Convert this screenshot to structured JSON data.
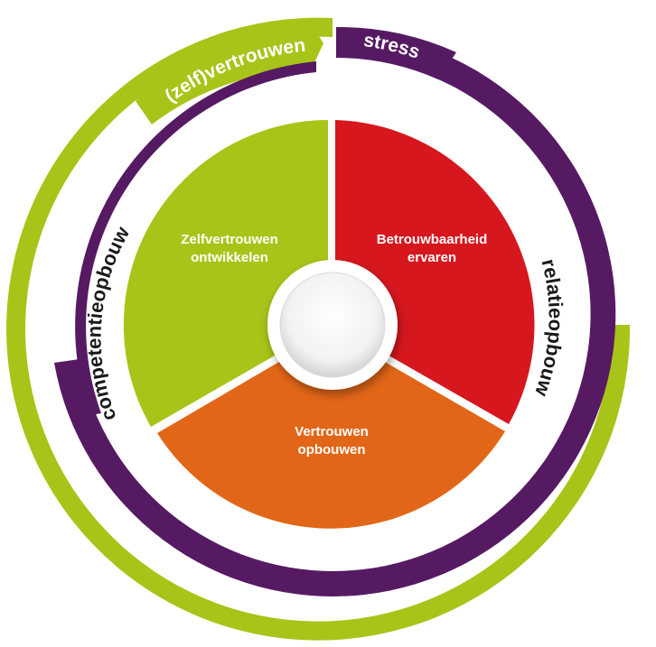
{
  "colors": {
    "green": "#a8c418",
    "purple": "#561a63",
    "red": "#d6171e",
    "orange": "#e26617",
    "white": "#ffffff",
    "text_dark": "#1a1a1a"
  },
  "outer_ring": {
    "left_label": "(zelf)vertrouwen",
    "right_label": "stress"
  },
  "side_labels": {
    "left": "competentieopbouw",
    "right": "relatieopbouw"
  },
  "segments": [
    {
      "line1": "Zelfvertrouwen",
      "line2": "ontwikkelen",
      "color_key": "green"
    },
    {
      "line1": "Betrouwbaarheid",
      "line2": "ervaren",
      "color_key": "red"
    },
    {
      "line1": "Vertrouwen",
      "line2": "opbouwen",
      "color_key": "orange"
    }
  ]
}
